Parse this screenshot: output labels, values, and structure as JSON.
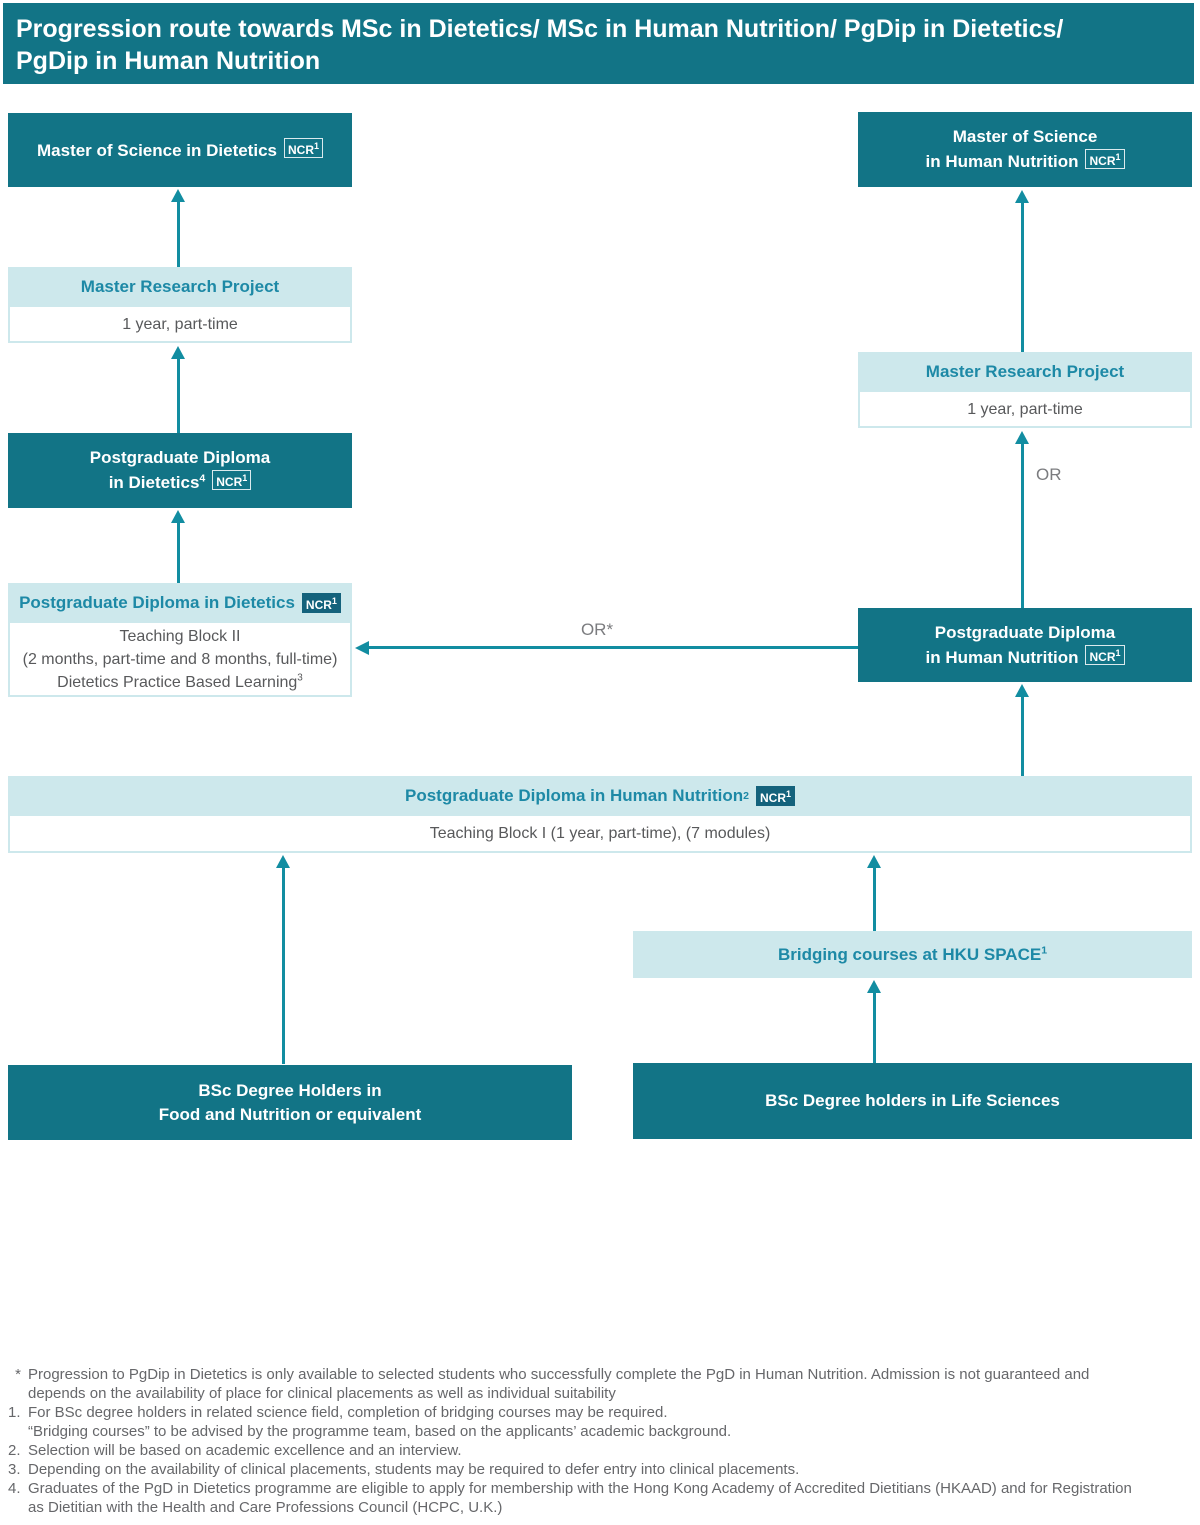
{
  "header": {
    "title_line1": "Progression route towards MSc in Dietetics/ MSc in Human Nutrition/ PgDip in Dietetics/",
    "title_line2": "PgDip in Human Nutrition"
  },
  "badge": {
    "label": "NCR",
    "sup": "1"
  },
  "connectors": {
    "or_vertical": "OR",
    "or_horizontal": "OR*"
  },
  "nodes": {
    "msc_dietetics": {
      "title": "Master of Science in Dietetics"
    },
    "mrp_left": {
      "title": "Master Research Project",
      "body": "1 year, part-time"
    },
    "pgdip_dietetics_upper": {
      "line1": "Postgraduate Diploma",
      "line2": "in Dietetics",
      "line2_sup": "4"
    },
    "pgdip_dietetics_lower": {
      "title": "Postgraduate Diploma in Dietetics",
      "body_line1": "Teaching Block II",
      "body_line2": "(2 months, part-time and 8 months, full-time)",
      "body_line3": "Dietetics Practice Based Learning",
      "body_line3_sup": "3"
    },
    "msc_human_nutrition": {
      "line1": "Master of Science",
      "line2": "in Human Nutrition"
    },
    "mrp_right": {
      "title": "Master Research Project",
      "body": "1 year, part-time"
    },
    "pgdip_human_nutrition": {
      "line1": "Postgraduate Diploma",
      "line2": "in Human Nutrition"
    },
    "pgdip_hn_teaching": {
      "title": "Postgraduate Diploma in Human Nutrition",
      "title_sup": "2",
      "body": "Teaching Block I (1 year, part-time), (7 modules)"
    },
    "bridging": {
      "title": "Bridging courses at HKU SPACE",
      "title_sup": "1"
    },
    "bsc_food_nutrition": {
      "line1": "BSc Degree Holders in",
      "line2": "Food and Nutrition or equivalent"
    },
    "bsc_life_sciences": {
      "title": "BSc Degree holders in Life Sciences"
    }
  },
  "footnotes": [
    {
      "marker": "*",
      "line1": "Progression to PgDip in Dietetics is only available to selected students who successfully complete the PgD in Human Nutrition. Admission is not guaranteed and",
      "line2": "depends on the availability of place for clinical placements as well as individual suitability"
    },
    {
      "marker": "1.",
      "line1": "For BSc degree holders in related science field, completion of bridging courses may be required.",
      "line2": "“Bridging courses” to be advised by the programme team, based on the applicants’ academic background."
    },
    {
      "marker": "2.",
      "line1": "Selection will be based on academic excellence and an interview."
    },
    {
      "marker": "3.",
      "line1": "Depending on the availability of clinical placements, students may be required to defer entry into clinical placements."
    },
    {
      "marker": "4.",
      "line1": "Graduates of the PgD in Dietetics programme are eligible to apply for membership with the Hong Kong Academy of Accredited Dietitians (HKAAD) and for Registration",
      "line2": "as Dietitian with the Health and Care Professions Council (HCPC, U.K.)"
    }
  ],
  "colors": {
    "dark_teal": "#127486",
    "light_teal": "#cde8ec",
    "heading_teal": "#1d89a6",
    "arrow_teal": "#128da1",
    "badge_fill": "#14627c",
    "body_gray": "#58595b",
    "note_gray": "#66676a"
  }
}
